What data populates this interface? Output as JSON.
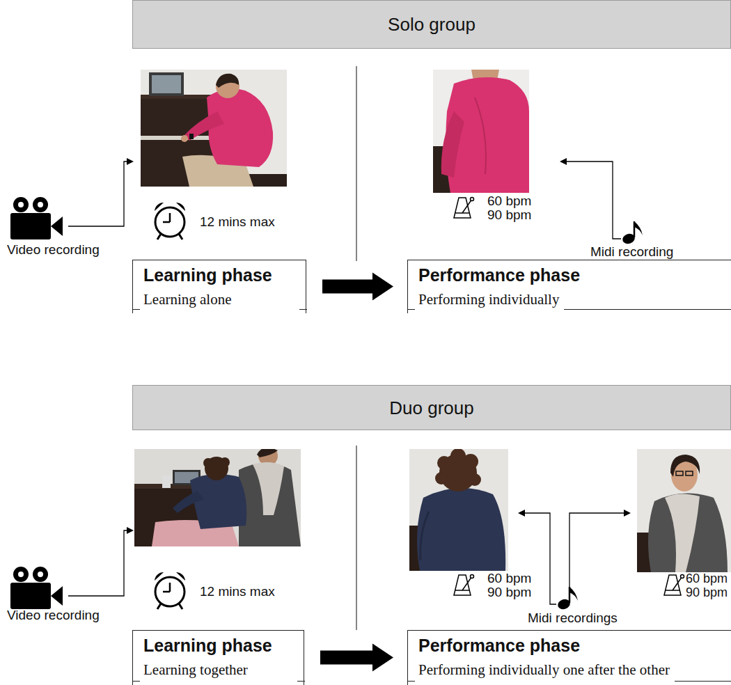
{
  "diagram": {
    "nodes": [
      {
        "text": [
          "Solo group"
        ]
      },
      {
        "text": [
          "Learning phase",
          "Learning alone"
        ]
      },
      {
        "text": [
          "Performance phase",
          "Performing individually"
        ]
      },
      {
        "text": [
          "Duo group"
        ]
      },
      {
        "text": [
          "Learning phase",
          "Learning together"
        ]
      },
      {
        "text": [
          "Performance phase",
          "Performing individually one after the other"
        ]
      }
    ],
    "edges": [
      {
        "from": 1,
        "to": 2,
        "arrow": "to"
      },
      {
        "from": 4,
        "to": 5,
        "arrow": "to"
      }
    ],
    "labels": [
      "Video recording",
      "12 mins max",
      "60 bpm",
      "90 bpm",
      "Midi recording",
      "Video recording",
      "12 mins max",
      "60 bpm",
      "90 bpm",
      "Midi recordings",
      "60 bpm",
      "90 bpm"
    ]
  }
}
